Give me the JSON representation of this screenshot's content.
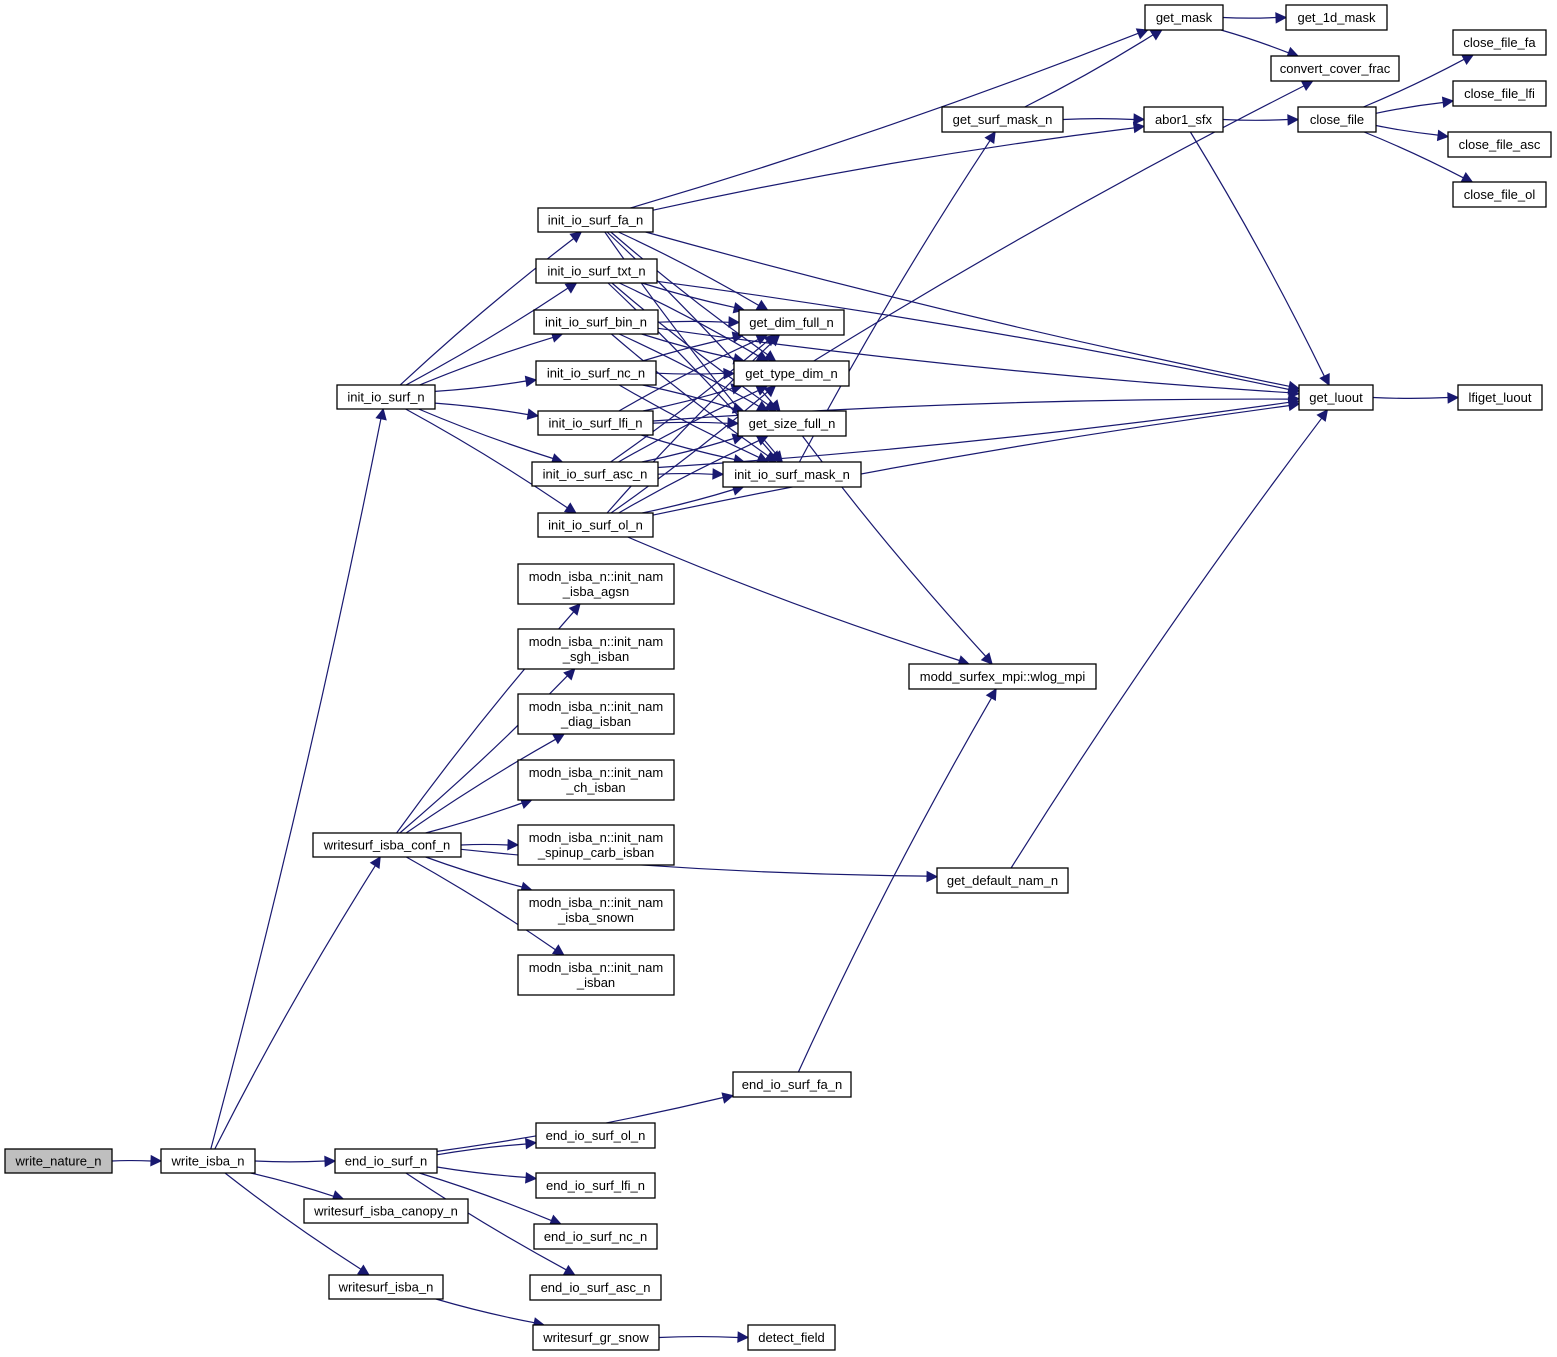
{
  "graph": {
    "title": "Call graph of write_nature_n",
    "root": "write_nature_n",
    "colors": {
      "edge": "#191970",
      "root_fill": "#bfbfbf",
      "node_fill": "#ffffff",
      "node_border": "#000000"
    },
    "nodes": [
      {
        "id": "write_nature_n",
        "label": [
          "write_nature_n"
        ],
        "root": true
      },
      {
        "id": "write_isba_n",
        "label": [
          "write_isba_n"
        ]
      },
      {
        "id": "init_io_surf_n",
        "label": [
          "init_io_surf_n"
        ]
      },
      {
        "id": "writesurf_isba_conf_n",
        "label": [
          "writesurf_isba_conf_n"
        ]
      },
      {
        "id": "end_io_surf_n",
        "label": [
          "end_io_surf_n"
        ]
      },
      {
        "id": "writesurf_isba_canopy_n",
        "label": [
          "writesurf_isba_canopy_n"
        ]
      },
      {
        "id": "writesurf_isba_n",
        "label": [
          "writesurf_isba_n"
        ]
      },
      {
        "id": "init_io_surf_fa_n",
        "label": [
          "init_io_surf_fa_n"
        ]
      },
      {
        "id": "init_io_surf_txt_n",
        "label": [
          "init_io_surf_txt_n"
        ]
      },
      {
        "id": "init_io_surf_bin_n",
        "label": [
          "init_io_surf_bin_n"
        ]
      },
      {
        "id": "init_io_surf_nc_n",
        "label": [
          "init_io_surf_nc_n"
        ]
      },
      {
        "id": "init_io_surf_lfi_n",
        "label": [
          "init_io_surf_lfi_n"
        ]
      },
      {
        "id": "init_io_surf_asc_n",
        "label": [
          "init_io_surf_asc_n"
        ]
      },
      {
        "id": "init_io_surf_ol_n",
        "label": [
          "init_io_surf_ol_n"
        ]
      },
      {
        "id": "init_nam_isba_agsn",
        "label": [
          "modn_isba_n::init_nam",
          "_isba_agsn"
        ]
      },
      {
        "id": "init_nam_sgh_isban",
        "label": [
          "modn_isba_n::init_nam",
          "_sgh_isban"
        ]
      },
      {
        "id": "init_nam_diag_isban",
        "label": [
          "modn_isba_n::init_nam",
          "_diag_isban"
        ]
      },
      {
        "id": "init_nam_ch_isban",
        "label": [
          "modn_isba_n::init_nam",
          "_ch_isban"
        ]
      },
      {
        "id": "init_nam_spinup_carb_isban",
        "label": [
          "modn_isba_n::init_nam",
          "_spinup_carb_isban"
        ]
      },
      {
        "id": "init_nam_isba_snown",
        "label": [
          "modn_isba_n::init_nam",
          "_isba_snown"
        ]
      },
      {
        "id": "init_nam_isban",
        "label": [
          "modn_isba_n::init_nam",
          "_isban"
        ]
      },
      {
        "id": "end_io_surf_fa_n",
        "label": [
          "end_io_surf_fa_n"
        ]
      },
      {
        "id": "end_io_surf_ol_n",
        "label": [
          "end_io_surf_ol_n"
        ]
      },
      {
        "id": "end_io_surf_lfi_n",
        "label": [
          "end_io_surf_lfi_n"
        ]
      },
      {
        "id": "end_io_surf_nc_n",
        "label": [
          "end_io_surf_nc_n"
        ]
      },
      {
        "id": "end_io_surf_asc_n",
        "label": [
          "end_io_surf_asc_n"
        ]
      },
      {
        "id": "writesurf_gr_snow",
        "label": [
          "writesurf_gr_snow"
        ]
      },
      {
        "id": "detect_field",
        "label": [
          "detect_field"
        ]
      },
      {
        "id": "get_dim_full_n",
        "label": [
          "get_dim_full_n"
        ]
      },
      {
        "id": "get_type_dim_n",
        "label": [
          "get_type_dim_n"
        ]
      },
      {
        "id": "get_size_full_n",
        "label": [
          "get_size_full_n"
        ]
      },
      {
        "id": "init_io_surf_mask_n",
        "label": [
          "init_io_surf_mask_n"
        ]
      },
      {
        "id": "wlog_mpi",
        "label": [
          "modd_surfex_mpi::wlog_mpi"
        ]
      },
      {
        "id": "get_default_nam_n",
        "label": [
          "get_default_nam_n"
        ]
      },
      {
        "id": "get_surf_mask_n",
        "label": [
          "get_surf_mask_n"
        ]
      },
      {
        "id": "get_mask",
        "label": [
          "get_mask"
        ]
      },
      {
        "id": "get_1d_mask",
        "label": [
          "get_1d_mask"
        ]
      },
      {
        "id": "convert_cover_frac",
        "label": [
          "convert_cover_frac"
        ]
      },
      {
        "id": "abor1_sfx",
        "label": [
          "abor1_sfx"
        ]
      },
      {
        "id": "close_file",
        "label": [
          "close_file"
        ]
      },
      {
        "id": "close_file_fa",
        "label": [
          "close_file_fa"
        ]
      },
      {
        "id": "close_file_lfi",
        "label": [
          "close_file_lfi"
        ]
      },
      {
        "id": "close_file_asc",
        "label": [
          "close_file_asc"
        ]
      },
      {
        "id": "close_file_ol",
        "label": [
          "close_file_ol"
        ]
      },
      {
        "id": "get_luout",
        "label": [
          "get_luout"
        ]
      },
      {
        "id": "lfiget_luout",
        "label": [
          "lfiget_luout"
        ]
      }
    ],
    "edges": [
      [
        "write_nature_n",
        "write_isba_n"
      ],
      [
        "write_isba_n",
        "init_io_surf_n"
      ],
      [
        "write_isba_n",
        "writesurf_isba_conf_n"
      ],
      [
        "write_isba_n",
        "end_io_surf_n"
      ],
      [
        "write_isba_n",
        "writesurf_isba_canopy_n"
      ],
      [
        "write_isba_n",
        "writesurf_isba_n"
      ],
      [
        "init_io_surf_n",
        "init_io_surf_fa_n"
      ],
      [
        "init_io_surf_n",
        "init_io_surf_txt_n"
      ],
      [
        "init_io_surf_n",
        "init_io_surf_bin_n"
      ],
      [
        "init_io_surf_n",
        "init_io_surf_nc_n"
      ],
      [
        "init_io_surf_n",
        "init_io_surf_lfi_n"
      ],
      [
        "init_io_surf_n",
        "init_io_surf_asc_n"
      ],
      [
        "init_io_surf_n",
        "init_io_surf_ol_n"
      ],
      [
        "init_io_surf_fa_n",
        "get_mask"
      ],
      [
        "init_io_surf_fa_n",
        "abor1_sfx"
      ],
      [
        "init_io_surf_fa_n",
        "get_luout"
      ],
      [
        "init_io_surf_fa_n",
        "get_dim_full_n"
      ],
      [
        "init_io_surf_fa_n",
        "get_type_dim_n"
      ],
      [
        "init_io_surf_fa_n",
        "get_size_full_n"
      ],
      [
        "init_io_surf_fa_n",
        "init_io_surf_mask_n"
      ],
      [
        "init_io_surf_txt_n",
        "get_luout"
      ],
      [
        "init_io_surf_txt_n",
        "get_dim_full_n"
      ],
      [
        "init_io_surf_txt_n",
        "get_type_dim_n"
      ],
      [
        "init_io_surf_txt_n",
        "get_size_full_n"
      ],
      [
        "init_io_surf_txt_n",
        "init_io_surf_mask_n"
      ],
      [
        "init_io_surf_bin_n",
        "get_luout"
      ],
      [
        "init_io_surf_bin_n",
        "get_dim_full_n"
      ],
      [
        "init_io_surf_bin_n",
        "get_type_dim_n"
      ],
      [
        "init_io_surf_bin_n",
        "get_size_full_n"
      ],
      [
        "init_io_surf_bin_n",
        "init_io_surf_mask_n"
      ],
      [
        "init_io_surf_nc_n",
        "get_dim_full_n"
      ],
      [
        "init_io_surf_nc_n",
        "get_type_dim_n"
      ],
      [
        "init_io_surf_nc_n",
        "get_size_full_n"
      ],
      [
        "init_io_surf_nc_n",
        "init_io_surf_mask_n"
      ],
      [
        "init_io_surf_lfi_n",
        "get_dim_full_n"
      ],
      [
        "init_io_surf_lfi_n",
        "get_type_dim_n"
      ],
      [
        "init_io_surf_lfi_n",
        "get_size_full_n"
      ],
      [
        "init_io_surf_lfi_n",
        "init_io_surf_mask_n"
      ],
      [
        "init_io_surf_lfi_n",
        "get_luout"
      ],
      [
        "init_io_surf_asc_n",
        "get_dim_full_n"
      ],
      [
        "init_io_surf_asc_n",
        "get_type_dim_n"
      ],
      [
        "init_io_surf_asc_n",
        "get_size_full_n"
      ],
      [
        "init_io_surf_asc_n",
        "init_io_surf_mask_n"
      ],
      [
        "init_io_surf_asc_n",
        "get_luout"
      ],
      [
        "init_io_surf_ol_n",
        "get_dim_full_n"
      ],
      [
        "init_io_surf_ol_n",
        "get_type_dim_n"
      ],
      [
        "init_io_surf_ol_n",
        "get_size_full_n"
      ],
      [
        "init_io_surf_ol_n",
        "init_io_surf_mask_n"
      ],
      [
        "init_io_surf_ol_n",
        "get_luout"
      ],
      [
        "init_io_surf_ol_n",
        "wlog_mpi"
      ],
      [
        "get_type_dim_n",
        "convert_cover_frac"
      ],
      [
        "get_size_full_n",
        "wlog_mpi"
      ],
      [
        "init_io_surf_mask_n",
        "get_surf_mask_n"
      ],
      [
        "get_surf_mask_n",
        "get_mask"
      ],
      [
        "get_surf_mask_n",
        "abor1_sfx"
      ],
      [
        "get_mask",
        "get_1d_mask"
      ],
      [
        "get_mask",
        "convert_cover_frac"
      ],
      [
        "abor1_sfx",
        "close_file"
      ],
      [
        "abor1_sfx",
        "get_luout"
      ],
      [
        "close_file",
        "close_file_fa"
      ],
      [
        "close_file",
        "close_file_lfi"
      ],
      [
        "close_file",
        "close_file_asc"
      ],
      [
        "close_file",
        "close_file_ol"
      ],
      [
        "get_luout",
        "lfiget_luout"
      ],
      [
        "writesurf_isba_conf_n",
        "init_nam_isba_agsn"
      ],
      [
        "writesurf_isba_conf_n",
        "init_nam_sgh_isban"
      ],
      [
        "writesurf_isba_conf_n",
        "init_nam_diag_isban"
      ],
      [
        "writesurf_isba_conf_n",
        "init_nam_ch_isban"
      ],
      [
        "writesurf_isba_conf_n",
        "init_nam_spinup_carb_isban"
      ],
      [
        "writesurf_isba_conf_n",
        "init_nam_isba_snown"
      ],
      [
        "writesurf_isba_conf_n",
        "init_nam_isban"
      ],
      [
        "writesurf_isba_conf_n",
        "get_default_nam_n"
      ],
      [
        "get_default_nam_n",
        "get_luout"
      ],
      [
        "end_io_surf_n",
        "end_io_surf_fa_n"
      ],
      [
        "end_io_surf_n",
        "end_io_surf_ol_n"
      ],
      [
        "end_io_surf_n",
        "end_io_surf_lfi_n"
      ],
      [
        "end_io_surf_n",
        "end_io_surf_nc_n"
      ],
      [
        "end_io_surf_n",
        "end_io_surf_asc_n"
      ],
      [
        "end_io_surf_fa_n",
        "wlog_mpi"
      ],
      [
        "writesurf_isba_n",
        "writesurf_gr_snow"
      ],
      [
        "writesurf_gr_snow",
        "detect_field"
      ]
    ]
  }
}
